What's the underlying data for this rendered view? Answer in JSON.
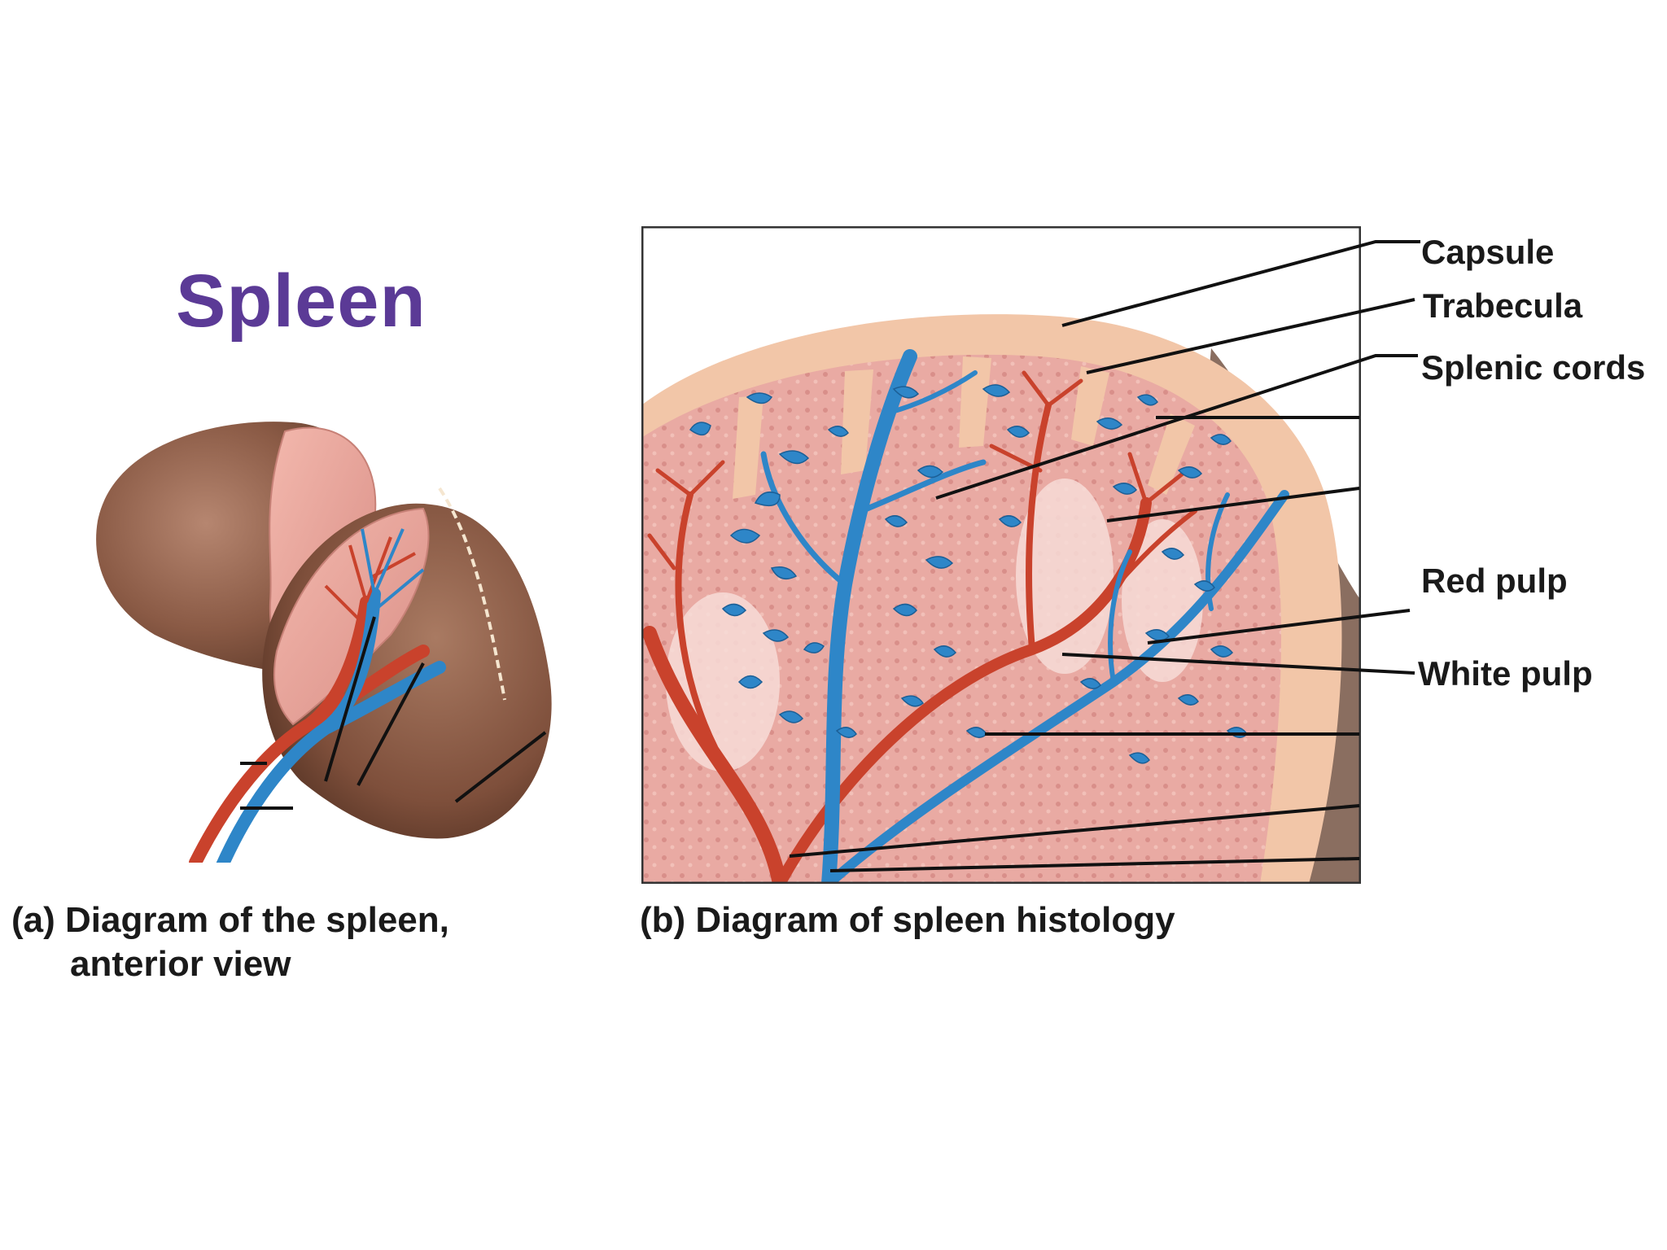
{
  "title": "Spleen",
  "labels": {
    "capsule": "Capsule",
    "trabecula": "Trabecula",
    "splenic_cords": "Splenic cords",
    "red_pulp": "Red pulp",
    "white_pulp": "White pulp"
  },
  "captions": {
    "a_line1": "(a) Diagram of the spleen,",
    "a_line2": "anterior view",
    "b": "(b) Diagram of spleen histology"
  },
  "colors": {
    "title": "#5b3a96",
    "vein": "#2e86c8",
    "artery": "#c9422c",
    "capsule": "#f2c6a8",
    "red_pulp": "#e8a5a0",
    "organ_brown": "#8a5a45"
  }
}
